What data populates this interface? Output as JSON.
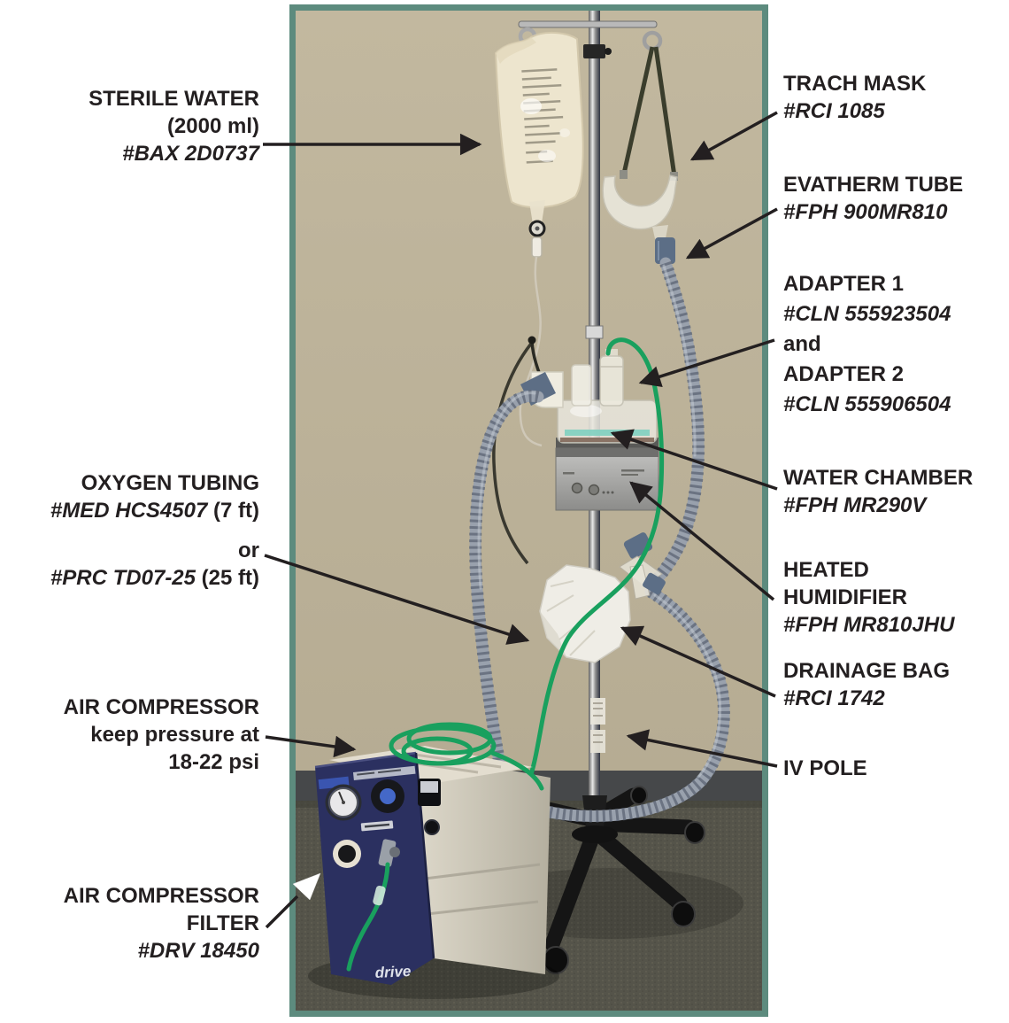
{
  "photo": {
    "compressor_brand": "drive",
    "frame_color": "#5d8b7e",
    "wall_color": "#bdb399",
    "arrow_color": "#231f20",
    "compressor_navy": "#2b3060",
    "oxygen_tube_green": "#19a05e",
    "corrugated_tube_gray": "#99a1ad"
  },
  "labels": {
    "sterile_water": {
      "line1": "STERILE WATER",
      "line2": "(2000 ml)",
      "line3": "#BAX 2D0737"
    },
    "oxygen_tubing": {
      "line1": "OXYGEN TUBING",
      "part1": "#MED HCS4507",
      "size1": " (7 ft)",
      "or": "or",
      "part2": "#PRC TD07-25",
      "size2": " (25 ft)"
    },
    "air_compressor": {
      "line1": "AIR COMPRESSOR",
      "line2": "keep pressure at",
      "line3": "18-22 psi"
    },
    "air_compressor_filter": {
      "line1": "AIR COMPRESSOR",
      "line2": "FILTER",
      "line3": "#DRV 18450"
    },
    "trach_mask": {
      "line1": "TRACH MASK",
      "line2": "#RCI 1085"
    },
    "evatherm_tube": {
      "line1": "EVATHERM TUBE",
      "line2": "#FPH 900MR810"
    },
    "adapters": {
      "line1": "ADAPTER 1",
      "line2": "#CLN 555923504",
      "line3": "and",
      "line4": "ADAPTER 2",
      "line5": "#CLN 555906504"
    },
    "water_chamber": {
      "line1": "WATER CHAMBER",
      "line2": "#FPH MR290V"
    },
    "heated_humidifier": {
      "line1": "HEATED",
      "line2": "HUMIDIFIER",
      "line3": "#FPH MR810JHU"
    },
    "drainage_bag": {
      "line1": "DRAINAGE BAG",
      "line2": "#RCI 1742"
    },
    "iv_pole": {
      "line1": "IV POLE"
    }
  }
}
